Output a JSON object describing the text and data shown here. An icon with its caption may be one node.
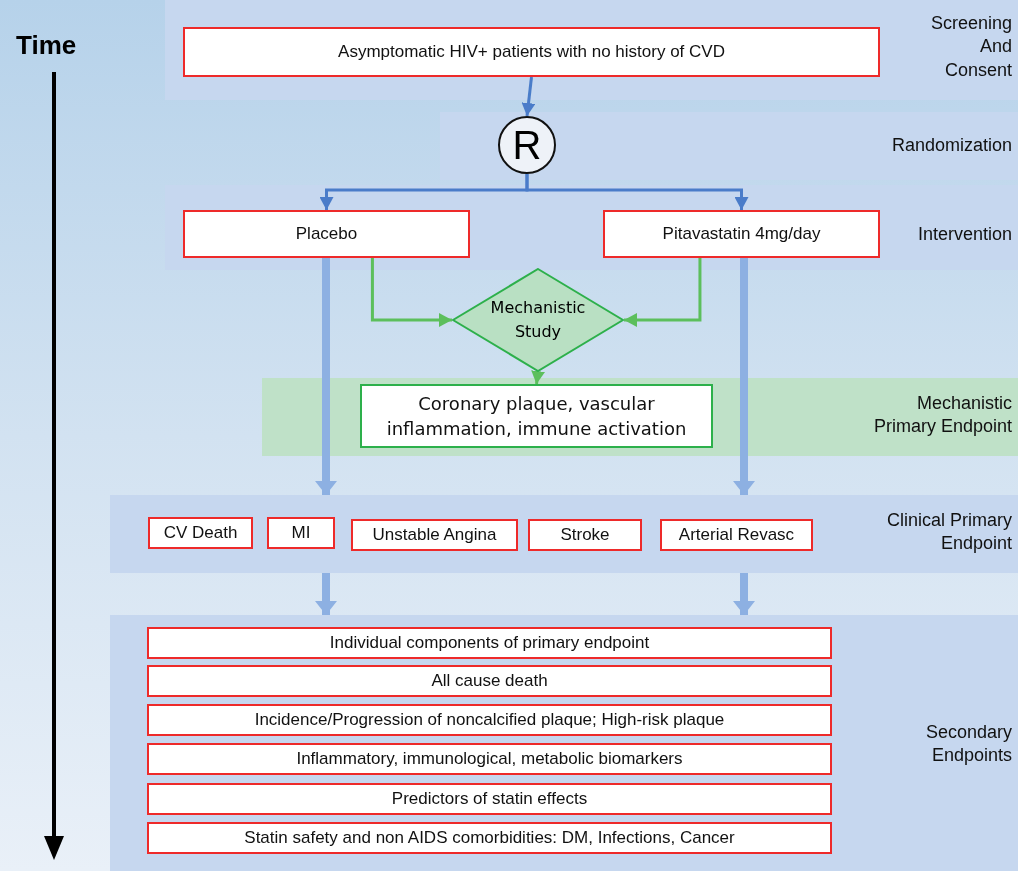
{
  "diagram": {
    "nodes": [
      {
        "text": [
          "Screening And Consent"
        ]
      },
      {
        "text": [
          "Asymptomatic HIV+ patients with no history of CVD"
        ],
        "in": 0
      },
      {
        "text": [
          "Randomization"
        ]
      },
      {
        "text": [
          "R"
        ],
        "in": 2
      },
      {
        "text": [
          "Intervention"
        ]
      },
      {
        "text": [
          "Placebo"
        ],
        "in": 4
      },
      {
        "text": [
          "Pitavastatin 4mg/day"
        ],
        "in": 4
      },
      {
        "text": [
          "Mechanistic Study"
        ]
      },
      {
        "text": [
          "Mechanistic Primary Endpoint"
        ]
      },
      {
        "text": [
          "Coronary plaque, vascular inflammation, immune activation"
        ],
        "in": 8
      },
      {
        "text": [
          "Clinical Primary Endpoint"
        ]
      },
      {
        "text": [
          "CV Death"
        ],
        "in": 10
      },
      {
        "text": [
          "MI"
        ],
        "in": 10
      },
      {
        "text": [
          "Unstable Angina"
        ],
        "in": 10
      },
      {
        "text": [
          "Stroke"
        ],
        "in": 10
      },
      {
        "text": [
          "Arterial Revasc"
        ],
        "in": 10
      },
      {
        "text": [
          "Secondary Endpoints"
        ]
      },
      {
        "text": [
          "Individual components of primary endpoint"
        ],
        "in": 16
      },
      {
        "text": [
          "All cause death"
        ],
        "in": 16
      },
      {
        "text": [
          "Incidence/Progression of noncalcified plaque; High-risk plaque"
        ],
        "in": 16
      },
      {
        "text": [
          "Inflammatory, immunological, metabolic biomarkers"
        ],
        "in": 16
      },
      {
        "text": [
          "Predictors of statin effects"
        ],
        "in": 16
      },
      {
        "text": [
          "Statin safety and non AIDS comorbidities: DM, Infections, Cancer"
        ],
        "in": 16
      }
    ],
    "edges": [
      {
        "from": 1,
        "to": 3,
        "arrow": "to",
        "color": "#4a7cc9"
      },
      {
        "from": 3,
        "to": 5,
        "arrow": "to",
        "color": "#4a7cc9"
      },
      {
        "from": 3,
        "to": 6,
        "arrow": "to",
        "color": "#4a7cc9"
      },
      {
        "from": 5,
        "to": 7,
        "arrow": "to",
        "color": "#5cbf5c"
      },
      {
        "from": 6,
        "to": 7,
        "arrow": "to",
        "color": "#5cbf5c"
      },
      {
        "from": 7,
        "to": 9,
        "arrow": "to",
        "color": "#5cbf5c"
      },
      {
        "from": 5,
        "to": 10,
        "arrow": "to",
        "style": "thick",
        "color": "#8db0e2"
      },
      {
        "from": 6,
        "to": 10,
        "arrow": "to",
        "style": "thick",
        "color": "#8db0e2"
      },
      {
        "from": 10,
        "to": 16,
        "arrow": "to",
        "style": "thick",
        "color": "#8db0e2"
      },
      {
        "from": 10,
        "to": 16,
        "arrow": "to",
        "style": "thick",
        "color": "#8db0e2"
      }
    ],
    "labels": [
      "Time"
    ]
  }
}
